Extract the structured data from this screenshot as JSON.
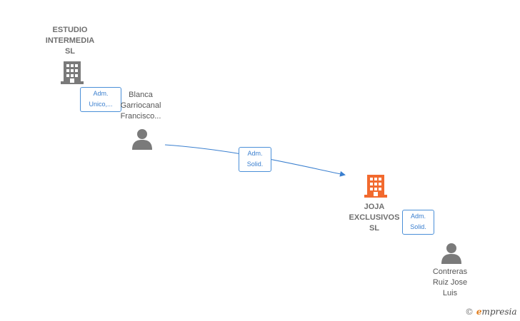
{
  "nodes": {
    "estudio": {
      "lines": [
        "ESTUDIO",
        "INTERMEDIA",
        "SL"
      ],
      "icon": "building-icon"
    },
    "blanca": {
      "lines": [
        "Blanca",
        "Garriocanal",
        "Francisco..."
      ],
      "icon": "person-icon"
    },
    "joja": {
      "lines": [
        "JOJA",
        "EXCLUSIVOS",
        "SL"
      ],
      "icon": "building-icon",
      "accent": "#f26a2e"
    },
    "contreras": {
      "lines": [
        "Contreras",
        "Ruiz Jose",
        "Luis"
      ],
      "icon": "person-icon"
    }
  },
  "relations": {
    "estudio_blanca": {
      "lines": [
        "Adm.",
        "Unico,..."
      ]
    },
    "blanca_joja": {
      "lines": [
        "Adm.",
        "Solid."
      ]
    },
    "contreras_joja": {
      "lines": [
        "Adm.",
        "Solid."
      ]
    }
  },
  "colors": {
    "edge": "#3a7fcf",
    "icon_gray": "#7a7a7a",
    "icon_main": "#f26a2e"
  },
  "watermark": {
    "symbol": "©",
    "brand_initial": "e",
    "brand_rest": "mpresia"
  }
}
